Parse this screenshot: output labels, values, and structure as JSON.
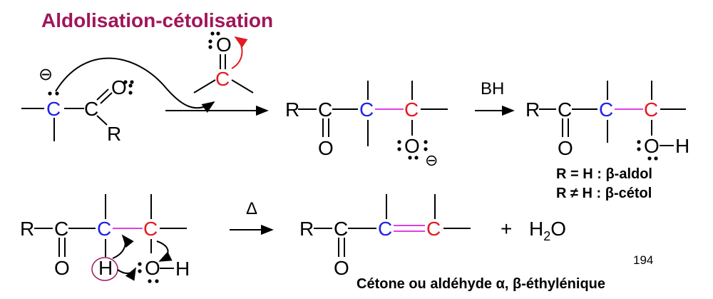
{
  "title": "Aldolisation-cétolisation",
  "colors": {
    "title": "#a0165a",
    "alpha_carbon": "#1f22e6",
    "carbonyl_carbon": "#e31b23",
    "new_bond": "#e040e0",
    "circle": "#a0165a"
  },
  "atoms": {
    "C": "C",
    "O": "O",
    "R": "R",
    "H": "H"
  },
  "reagents": {
    "bh": "BH",
    "delta": "Δ",
    "plus": "+",
    "water_h": "H",
    "water_sub": "2",
    "water_o": "O"
  },
  "charges": {
    "minus": "⊖"
  },
  "labels": {
    "aldol": "R = H : β-aldol",
    "cetol": "R ≠ H : β-cétol",
    "product": "Cétone ou aldéhyde α, β-éthylénique",
    "page_number": "194"
  }
}
